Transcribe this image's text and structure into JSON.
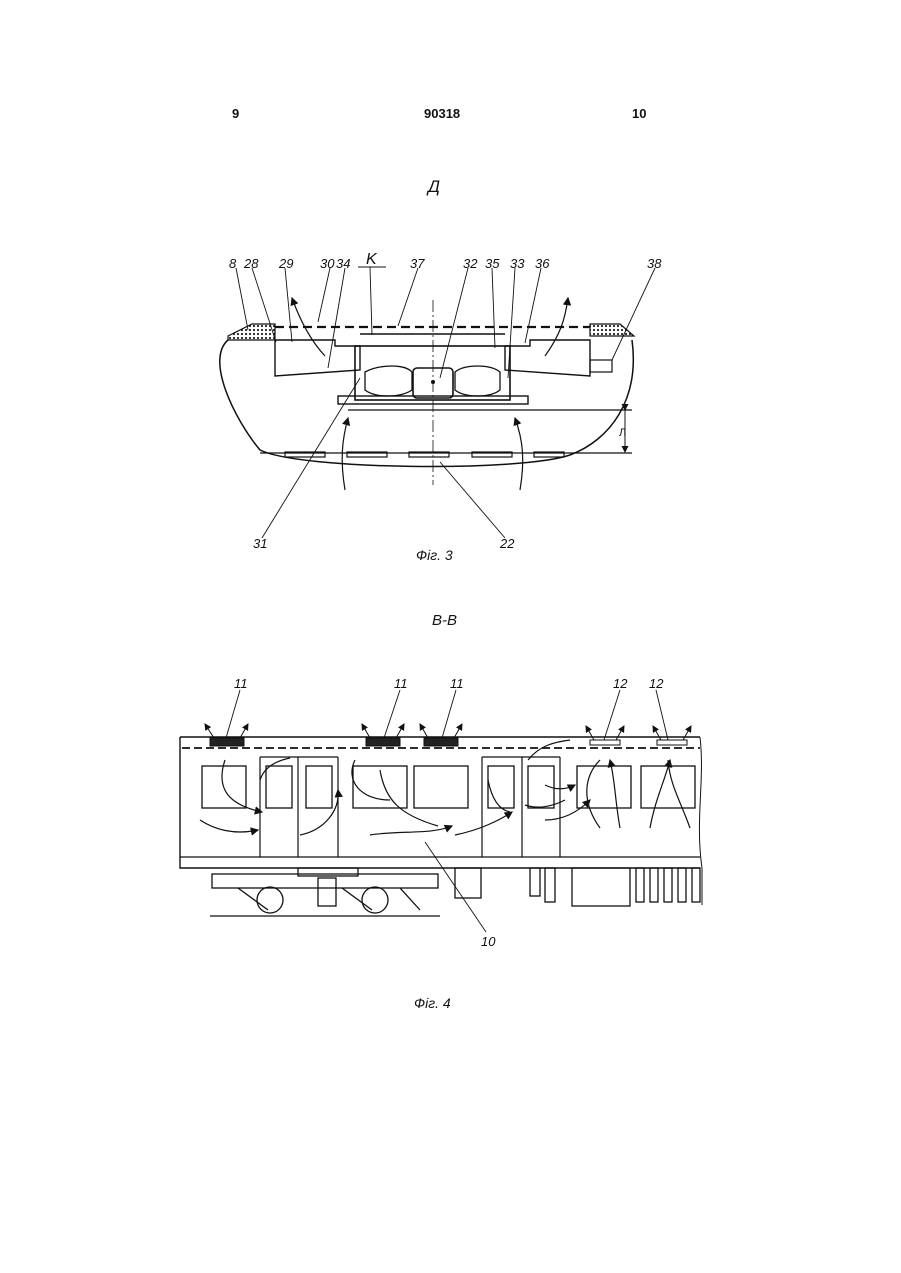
{
  "header": {
    "left_page": "9",
    "patent_number": "90318",
    "right_page": "10"
  },
  "fig3": {
    "view_label": "Д",
    "caption": "Фіг. 3",
    "callouts": [
      "8",
      "28",
      "29",
      "30",
      "34",
      "K",
      "37",
      "32",
      "35",
      "33",
      "36",
      "38",
      "31",
      "22"
    ],
    "dimension_label": "Л"
  },
  "fig4": {
    "section_label": "В-В",
    "caption": "Фіг. 4",
    "callouts": [
      "11",
      "11",
      "11",
      "12",
      "12",
      "10"
    ]
  }
}
